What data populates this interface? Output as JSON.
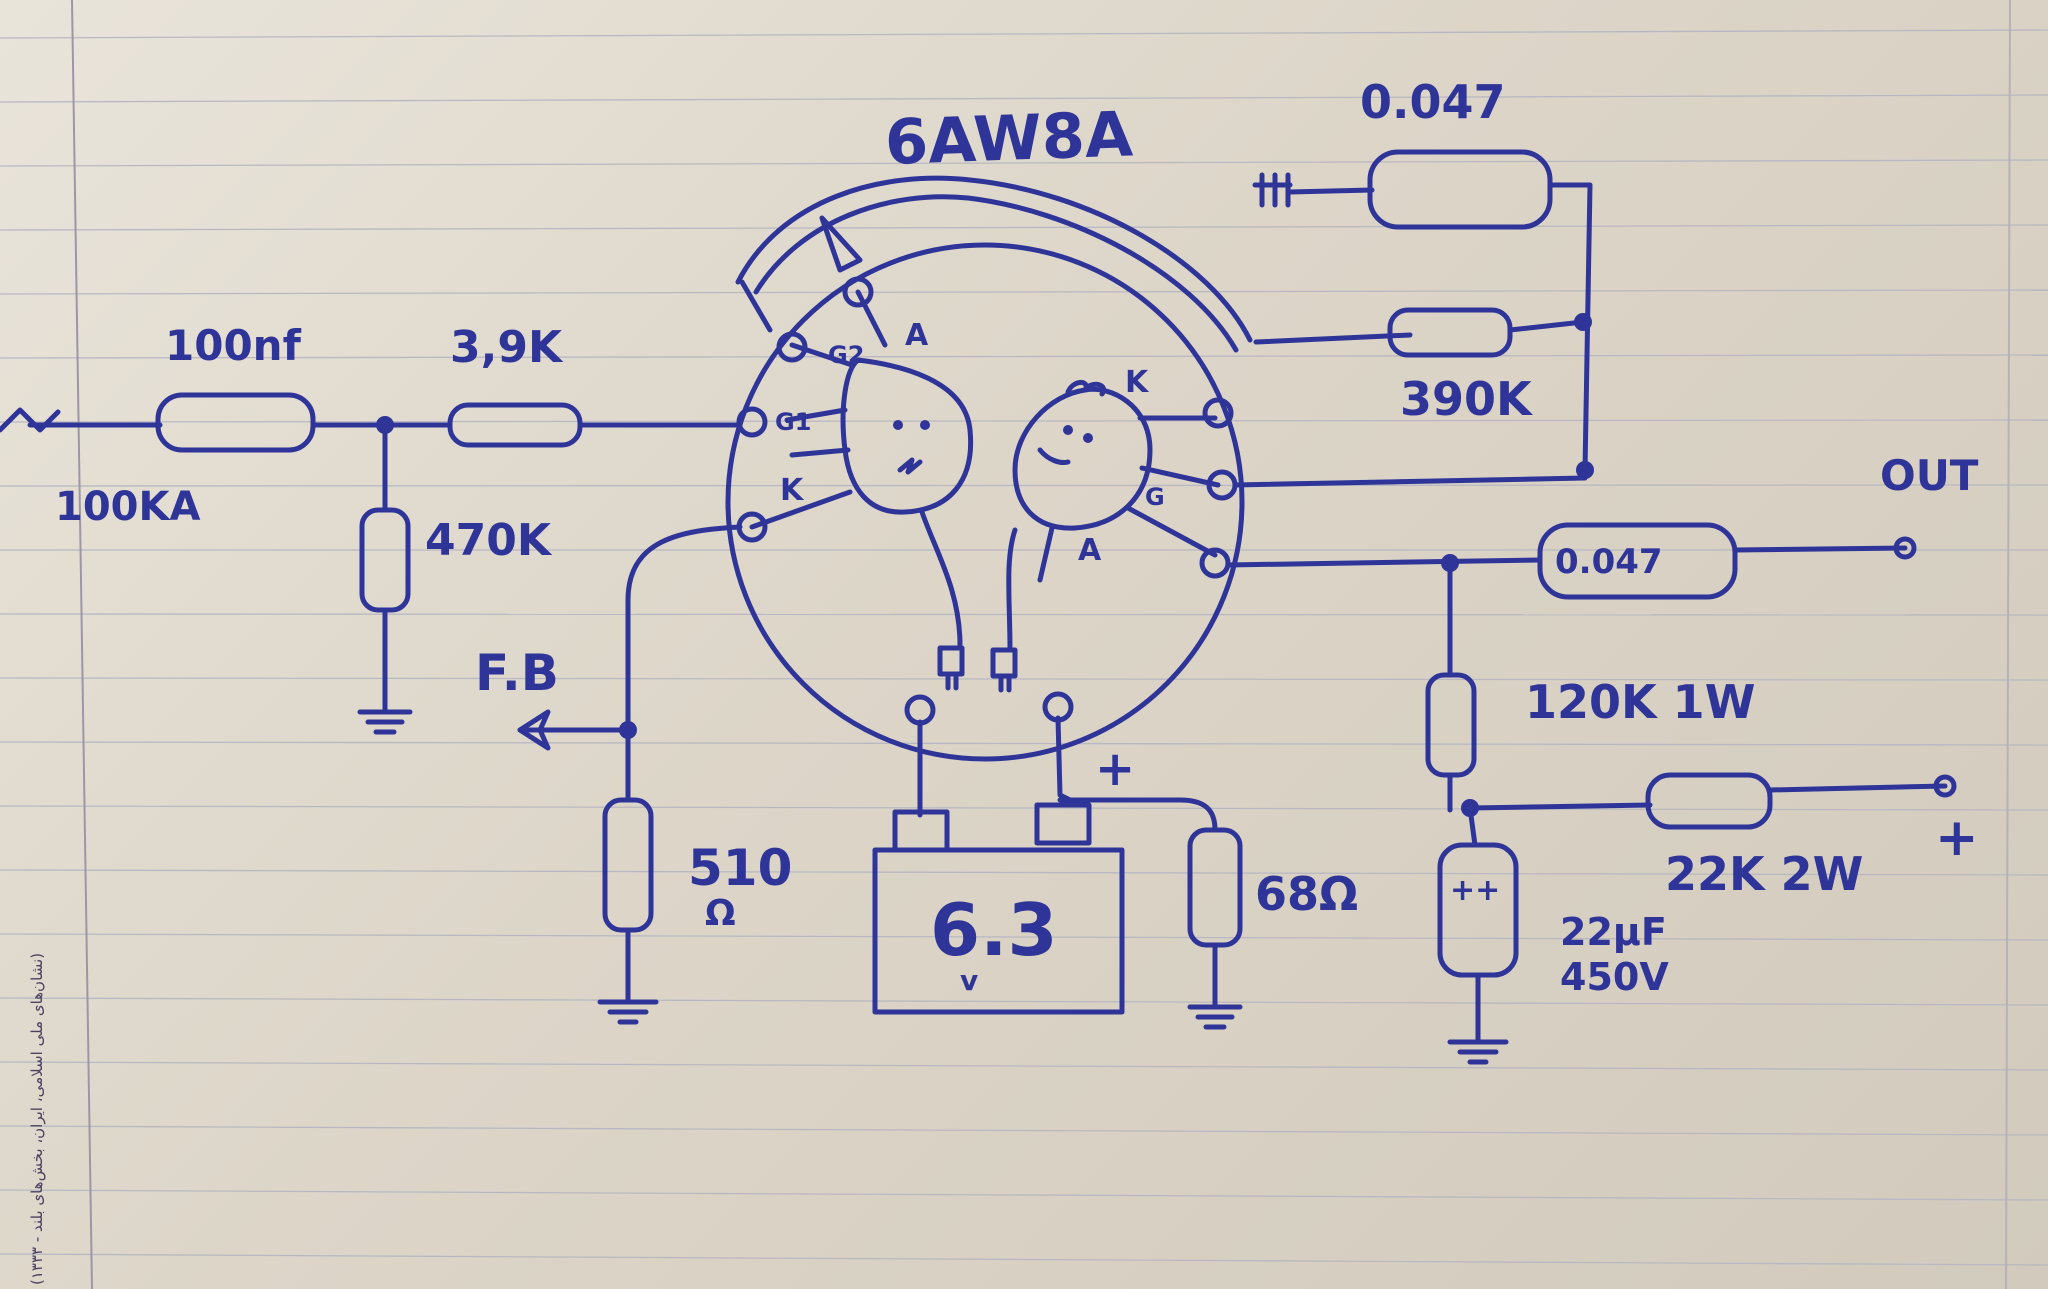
{
  "tube": {
    "label": "6AW8A"
  },
  "pins_left": {
    "g2": "G2",
    "a": "A",
    "g1": "G1",
    "k": "K"
  },
  "pins_right": {
    "k": "K",
    "g": "G",
    "a": "A"
  },
  "input": {
    "pot": "100KA",
    "coupling_cap": "100nf",
    "grid_resistor": "3,9K",
    "grid_leak": "470K"
  },
  "feedback": {
    "label": "F.B",
    "cathode_resistor": "510",
    "cathode_unit": "Ω"
  },
  "plate": {
    "bypass_cap": "0.047",
    "plate_resistor": "390K"
  },
  "heater": {
    "voltage": "6.3",
    "unit": "v",
    "polarity": "+"
  },
  "triode_cathode": {
    "resistor": "68Ω"
  },
  "output": {
    "label": "OUT",
    "coupling_cap": "0.047",
    "load_resistor": "120K 1W",
    "supply_resistor": "22K 2W",
    "supply_polarity": "+",
    "filter_cap": "22µF",
    "filter_voltage": "450V",
    "cap_polarity": "++"
  },
  "margin_note": "(نشان‌های ملی اسلامی، ایران، بخش‌های بلند - ۱۳۳۳)"
}
